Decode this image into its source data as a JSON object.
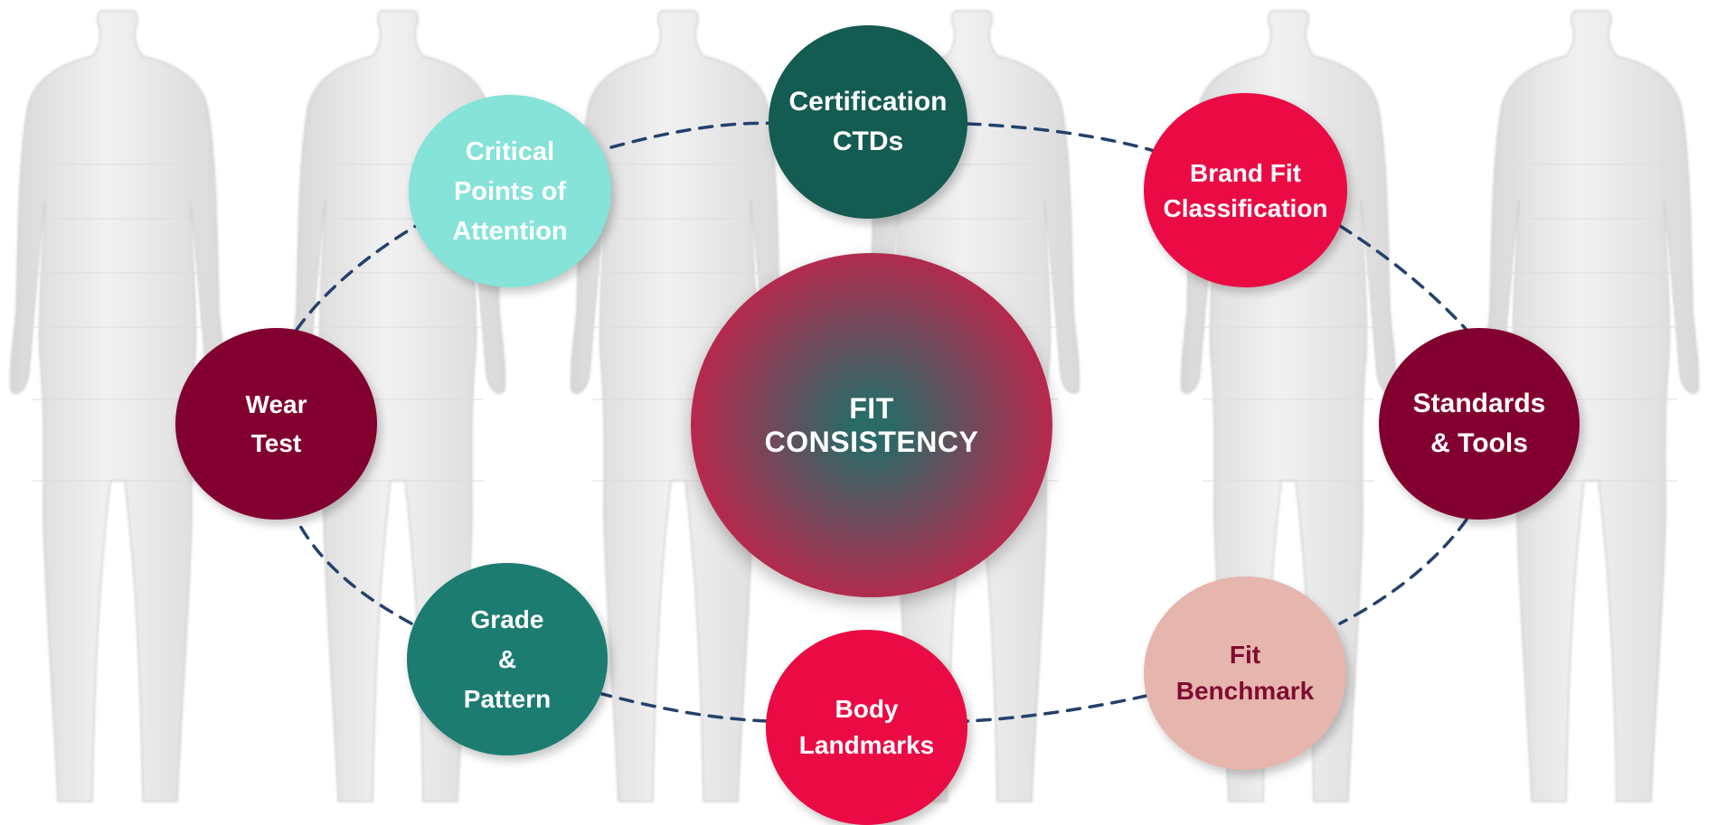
{
  "diagram": {
    "center": {
      "label": "FIT\nCONSISTENCY",
      "gradient_inner": "#2a6a67",
      "gradient_outer": "#b7284d"
    },
    "connector_color": "#25416a",
    "nodes": [
      {
        "id": "certification",
        "label": "Certification\nCTDs",
        "bg": "#145b52",
        "text_color": "#ffffff"
      },
      {
        "id": "brand-fit",
        "label": "Brand Fit\nClassification",
        "bg": "#ea0b45",
        "text_color": "#ffffff"
      },
      {
        "id": "standards",
        "label": "Standards\n& Tools",
        "bg": "#82002f",
        "text_color": "#ffffff"
      },
      {
        "id": "fit-benchmark",
        "label": "Fit\nBenchmark",
        "bg": "#e6b5ae",
        "text_color": "#7f0b31"
      },
      {
        "id": "body-landmarks",
        "label": "Body\nLandmarks",
        "bg": "#ea0b45",
        "text_color": "#ffffff"
      },
      {
        "id": "grade-pattern",
        "label": "Grade\n&\nPattern",
        "bg": "#1c7c70",
        "text_color": "#ffffff"
      },
      {
        "id": "wear-test",
        "label": "Wear\nTest",
        "bg": "#82002f",
        "text_color": "#ffffff"
      },
      {
        "id": "critical-points",
        "label": "Critical\nPoints of\nAttention",
        "bg": "#85e3d8",
        "text_color": "#ffffff"
      }
    ]
  }
}
